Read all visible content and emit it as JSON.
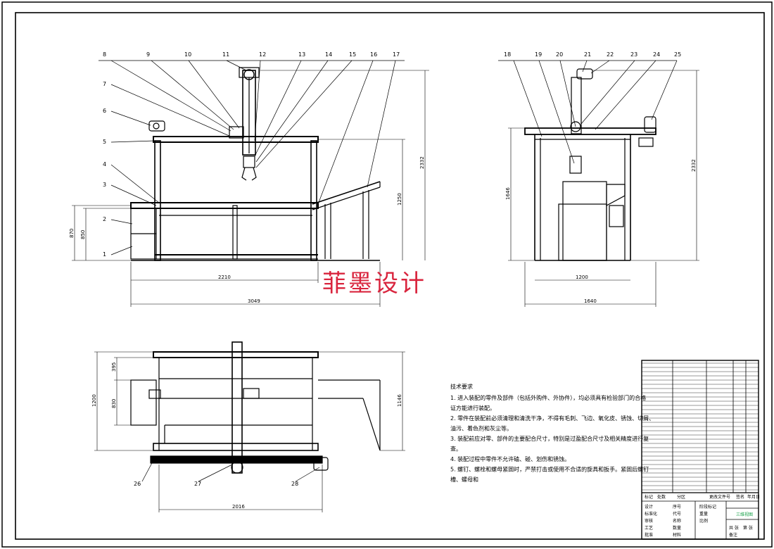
{
  "front_view": {
    "part_labels": [
      "1",
      "2",
      "3",
      "4",
      "5",
      "6",
      "7",
      "8",
      "9",
      "10",
      "11",
      "12",
      "13",
      "14",
      "15",
      "16",
      "17"
    ],
    "dims": {
      "width_inner": "2210",
      "width_total": "3049",
      "height_total": "2332",
      "height_mid": "1250",
      "left_h1": "870",
      "left_h2": "850"
    }
  },
  "side_view": {
    "part_labels": [
      "18",
      "19",
      "20",
      "21",
      "22",
      "23",
      "24",
      "25"
    ],
    "dims": {
      "width_inner": "1200",
      "width_total": "1640",
      "height_left": "1646",
      "height_right": "2332"
    }
  },
  "top_view": {
    "part_labels": [
      "26",
      "27",
      "28"
    ],
    "dims": {
      "width_bottom": "2016",
      "height_left": "1200",
      "height_right": "1146",
      "inner_top": "395",
      "inner_mid": "830"
    }
  },
  "watermark": "菲墨设计",
  "notes": {
    "title": "技术要求",
    "lines": [
      "1. 进入装配的零件及部件（包括外购件、外协件），均必须具有检验部门的合格",
      "证方能进行装配。",
      "2. 零件在装配前必须清理和清洗干净，不得有毛刺、飞边、氧化皮、锈蚀、切屑、",
      "油污、着色剂和灰尘等。",
      "3. 装配前应对零、部件的主要配合尺寸，特别是过盈配合尺寸及相关精度进行复",
      "查。",
      "4. 装配过程中零件不允许磕、碰、划伤和锈蚀。",
      "5. 螺钉、螺栓和螺母紧固时，严禁打击或使用不合适的旋具和扳手。紧固后螺钉",
      "槽、螺母和"
    ]
  },
  "title_block": {
    "drawing_name": "三维视图",
    "cells": [
      "标记",
      "处数",
      "分区",
      "更改文件号",
      "签名",
      "年月日",
      "设计",
      "标准化",
      "阶段标记",
      "重量",
      "比例",
      "审核",
      "工艺",
      "批准",
      "共 张",
      "第 张",
      "序号",
      "代号",
      "名称",
      "数量",
      "材料",
      "备注"
    ]
  },
  "colors": {
    "line": "#000000",
    "watermark": "#d9243d",
    "title_green": "#19a24a"
  }
}
